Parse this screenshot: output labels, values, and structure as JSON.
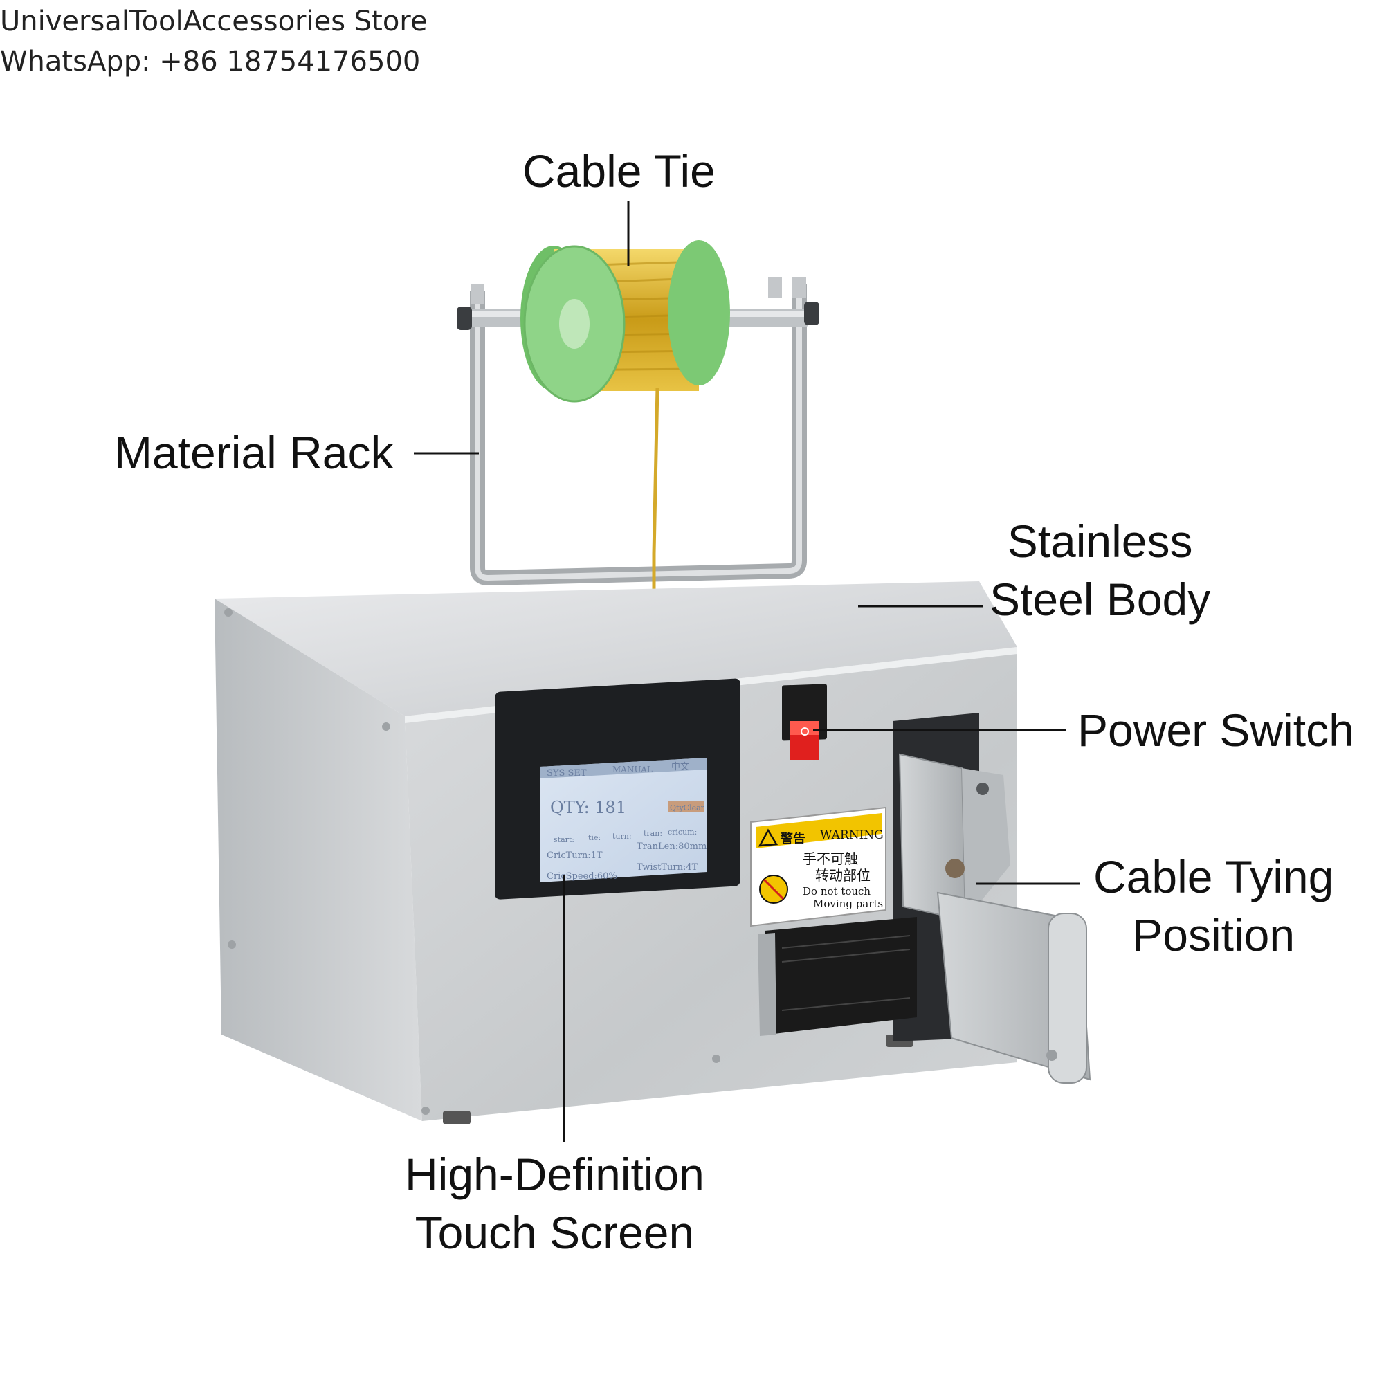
{
  "header": {
    "store_name": "UniversalToolAccessories Store",
    "whatsapp": "WhatsApp: +86 18754176500"
  },
  "callouts": {
    "cable_tie": "Cable Tie",
    "material_rack": "Material Rack",
    "body_line1": "Stainless",
    "body_line2": "Steel Body",
    "power_switch": "Power Switch",
    "tying_line1": "Cable Tying",
    "tying_line2": "Position",
    "screen_line1": "High-Definition",
    "screen_line2": "Touch Screen"
  },
  "touch_screen": {
    "tab_sys": "SYS SET",
    "tab_manual": "MANUAL",
    "tab_lang": "中文",
    "qty": "QTY: 181",
    "qty_clear": "QtyClear",
    "start": "start:",
    "tie": "tie:",
    "turn": "turn:",
    "tran": "tran:",
    "cricum": "cricum:",
    "cric_turn": "CricTurn:1T",
    "tran_len": "TranLen:80mm",
    "cric_speed": "CricSpeed:60%",
    "twist_turn": "TwistTurn:4T"
  },
  "warning_label": {
    "title_cn": "警告",
    "title_en": "WARNING",
    "line_cn1": "手不可触",
    "line_cn2": "转动部位",
    "line_en1": "Do not touch",
    "line_en2": "Moving parts"
  },
  "colors": {
    "steel": "#cfd2d4",
    "spool": "#8fd488",
    "wire": "#d9b230",
    "switch": "#e0201e",
    "warning_yellow": "#f2c400"
  }
}
